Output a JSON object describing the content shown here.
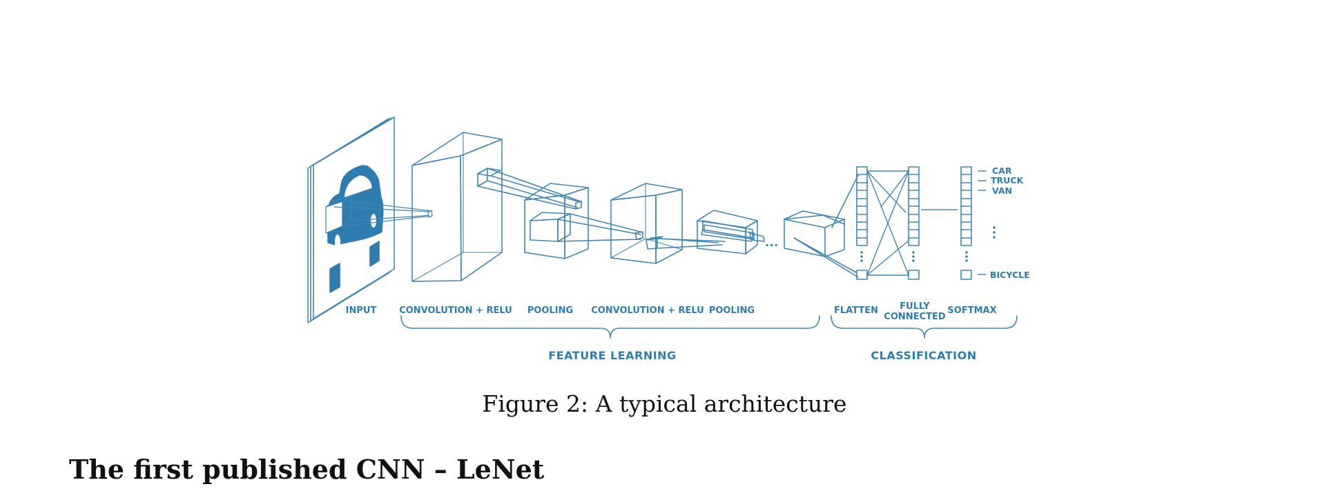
{
  "figure": {
    "stage_labels": {
      "input": "INPUT",
      "conv1": "CONVOLUTION + RELU",
      "pool1": "POOLING",
      "conv2": "CONVOLUTION + RELU",
      "pool2": "POOLING",
      "flatten": "FLATTEN",
      "fc_line1": "FULLY",
      "fc_line2": "CONNECTED",
      "softmax": "SOFTMAX"
    },
    "group_labels": {
      "feature_learning": "FEATURE LEARNING",
      "classification": "CLASSIFICATION"
    },
    "class_labels": [
      "CAR",
      "TRUCK",
      "VAN",
      "BICYCLE"
    ],
    "ellipsis": "...",
    "colors": {
      "line": "#3f86b6",
      "fill": "#2f7cb0",
      "text": "#2f7cb0"
    }
  },
  "caption": "Figure 2: A typical architecture",
  "section_heading": "The first published CNN – LeNet"
}
